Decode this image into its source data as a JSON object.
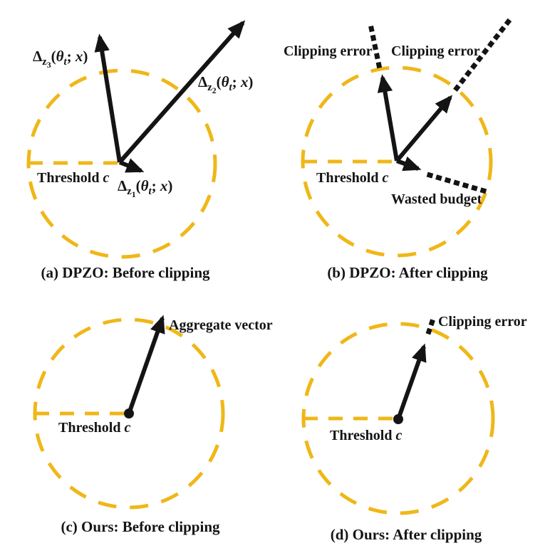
{
  "colors": {
    "gold": "#EFB718",
    "ink": "#141414"
  },
  "panels": {
    "a": {
      "caption": "(a) DPZO: Before clipping",
      "threshold": {
        "word": "Threshold",
        "var": "c"
      },
      "vectors": {
        "z1": {
          "d": "Δ",
          "z": "z",
          "i": "1",
          "p1": "(",
          "th": "θ",
          "t": "t",
          "sc": "; ",
          "x": "x",
          "p2": ")"
        },
        "z2": {
          "d": "Δ",
          "z": "z",
          "i": "2",
          "p1": "(",
          "th": "θ",
          "t": "t",
          "sc": "; ",
          "x": "x",
          "p2": ")"
        },
        "z3": {
          "d": "Δ",
          "z": "z",
          "i": "3",
          "p1": "(",
          "th": "θ",
          "t": "t",
          "sc": "; ",
          "x": "x",
          "p2": ")"
        }
      }
    },
    "b": {
      "caption": "(b) DPZO: After clipping",
      "threshold": {
        "word": "Threshold",
        "var": "c"
      },
      "labels": {
        "clip_left": "Clipping error",
        "clip_right": "Clipping error",
        "wasted": "Wasted budget"
      }
    },
    "c": {
      "caption": "(c) Ours: Before clipping",
      "threshold": {
        "word": "Threshold",
        "var": "c"
      },
      "labels": {
        "aggregate": "Aggregate vector"
      }
    },
    "d": {
      "caption": "(d) Ours: After clipping",
      "threshold": {
        "word": "Threshold",
        "var": "c"
      },
      "labels": {
        "clip": "Clipping error"
      }
    }
  }
}
